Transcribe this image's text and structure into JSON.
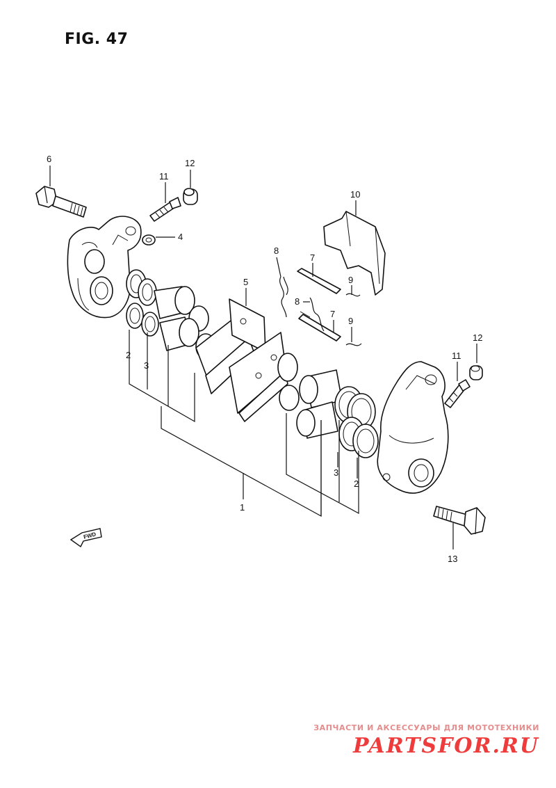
{
  "figure": {
    "title": "FIG. 47"
  },
  "callouts": {
    "c1": "1",
    "c2_left": "2",
    "c3_left": "3",
    "c2_right": "2",
    "c3_right": "3",
    "c4": "4",
    "c5": "5",
    "c6": "6",
    "c7_top": "7",
    "c7_bottom": "7",
    "c8_top": "8",
    "c8_bottom": "8",
    "c9_top": "9",
    "c9_bottom": "9",
    "c10": "10",
    "c11_left": "11",
    "c11_right": "11",
    "c12_left": "12",
    "c12_right": "12",
    "c13": "13"
  },
  "direction_marker": {
    "label": "FWD"
  },
  "watermark": {
    "tagline": "ЗАПЧАСТИ И АКСЕССУАРЫ ДЛЯ МОТОТЕХНИКИ",
    "brand": "PARTSFOR.RU",
    "color": "#ee3b3b"
  }
}
